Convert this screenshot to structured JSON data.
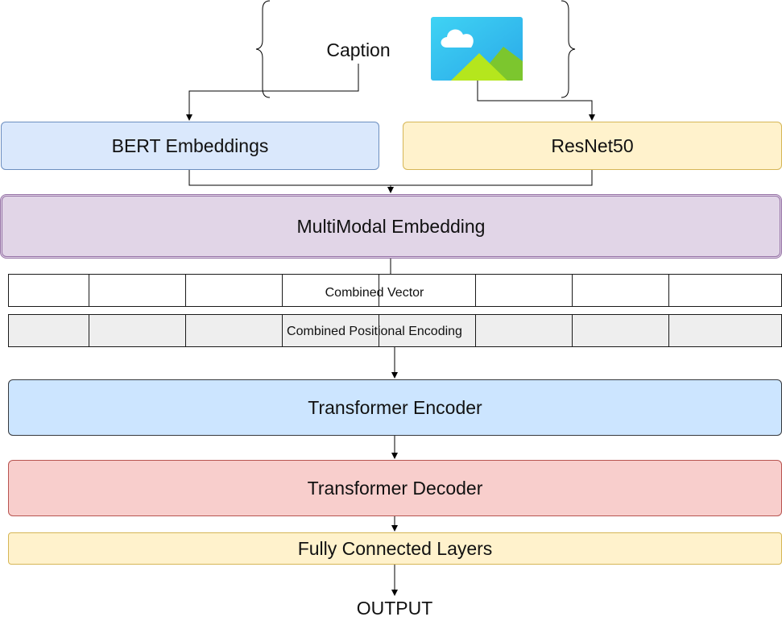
{
  "caption": "Caption",
  "image_icon": "landscape-image-icon",
  "bert": "BERT Embeddings",
  "resnet": "ResNet50",
  "multimodal": "MultiModal Embedding",
  "combined_vector": "Combined Vector",
  "combined_positional": "Combined Positional Encoding",
  "encoder": "Transformer Encoder",
  "decoder": "Transformer Decoder",
  "fc": "Fully Connected Layers",
  "output": "OUTPUT",
  "colors": {
    "bert_fill": "#dae8fc",
    "bert_stroke": "#6c8ebf",
    "resnet_fill": "#fff2cc",
    "resnet_stroke": "#d6b656",
    "multimodal_fill": "#e1d5e7",
    "multimodal_stroke": "#9673a6",
    "encoder_fill": "#cce5ff",
    "encoder_stroke": "#36393d",
    "decoder_fill": "#f8cecc",
    "decoder_stroke": "#b85450",
    "fc_fill": "#fff2cc",
    "fc_stroke": "#d6b656"
  }
}
